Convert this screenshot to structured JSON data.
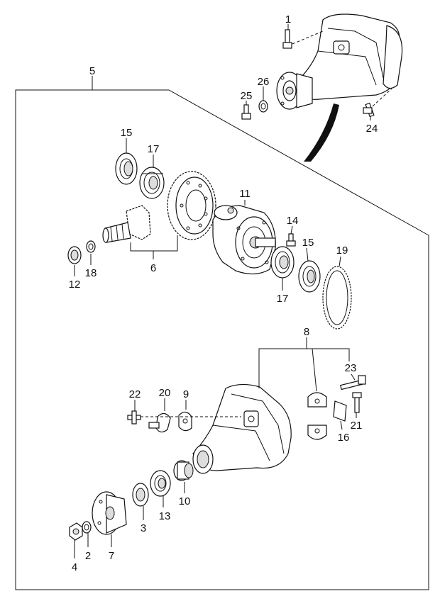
{
  "callouts": {
    "c1": "1",
    "c2": "2",
    "c3": "3",
    "c4": "4",
    "c5": "5",
    "c6": "6",
    "c7": "7",
    "c8": "8",
    "c9": "9",
    "c10": "10",
    "c11": "11",
    "c12": "12",
    "c13": "13",
    "c14": "14",
    "c15a": "15",
    "c15b": "15",
    "c16": "16",
    "c17a": "17",
    "c17b": "17",
    "c18": "18",
    "c19": "19",
    "c20": "20",
    "c21": "21",
    "c22": "22",
    "c23": "23",
    "c24": "24",
    "c25": "25",
    "c26": "26"
  }
}
